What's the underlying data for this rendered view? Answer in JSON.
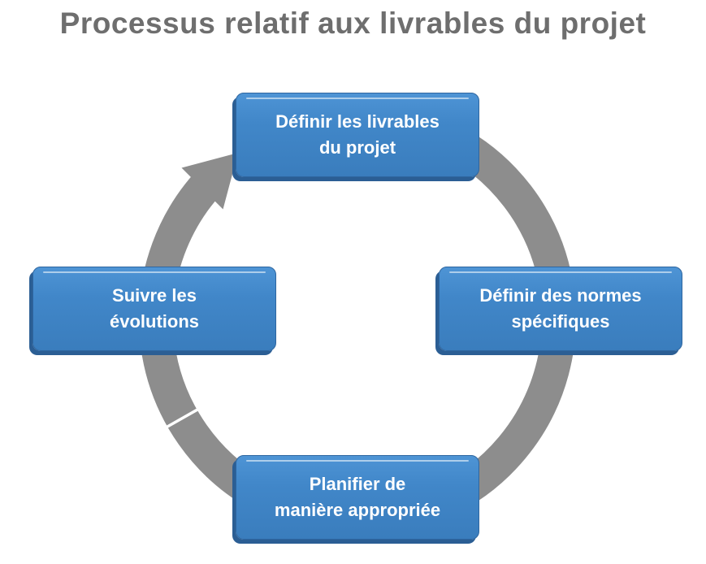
{
  "title": "Processus relatif aux livrables du projet",
  "diagram": {
    "type": "cycle",
    "direction": "clockwise",
    "steps": [
      {
        "position": "top",
        "label": "Définir les livrables\ndu projet"
      },
      {
        "position": "right",
        "label": "Définir des normes\nspécifiques"
      },
      {
        "position": "bottom",
        "label": "Planifier de\nmanière appropriée"
      },
      {
        "position": "left",
        "label": "Suivre les\névolutions"
      }
    ],
    "colors": {
      "box_fill": "#4187C9",
      "box_edge": "#2B5E94",
      "box_text": "#FFFFFF",
      "ring": "#8D8D8D",
      "title_text": "#6E6E6E"
    }
  }
}
